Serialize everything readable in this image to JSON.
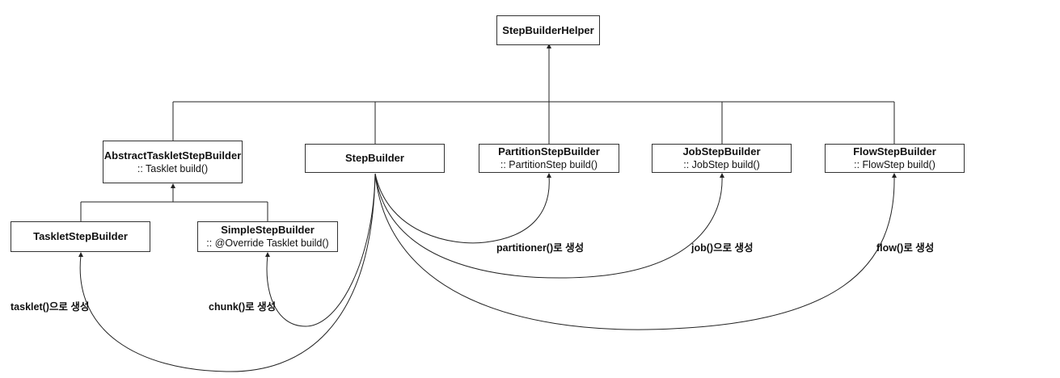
{
  "nodes": {
    "helper": {
      "name": "StepBuilderHelper",
      "method": ""
    },
    "abstract_tasklet": {
      "name": "AbstractTaskletStepBuilder",
      "method": ":: Tasklet build()"
    },
    "step_builder": {
      "name": "StepBuilder",
      "method": ""
    },
    "partition": {
      "name": "PartitionStepBuilder",
      "method": ":: PartitionStep build()"
    },
    "job": {
      "name": "JobStepBuilder",
      "method": ":: JobStep build()"
    },
    "flow": {
      "name": "FlowStepBuilder",
      "method": ":: FlowStep build()"
    },
    "tasklet": {
      "name": "TaskletStepBuilder",
      "method": ""
    },
    "simple": {
      "name": "SimpleStepBuilder",
      "method": ":: @Override Tasklet build()"
    }
  },
  "edge_labels": {
    "partitioner": "partitioner()로 생성",
    "job": "job()으로 생성",
    "flow": "flow()로 생성",
    "tasklet": "tasklet()으로 생성",
    "chunk": "chunk()로 생성"
  },
  "colors": {
    "line": "#222222",
    "box_border": "#333333",
    "background": "#ffffff"
  }
}
